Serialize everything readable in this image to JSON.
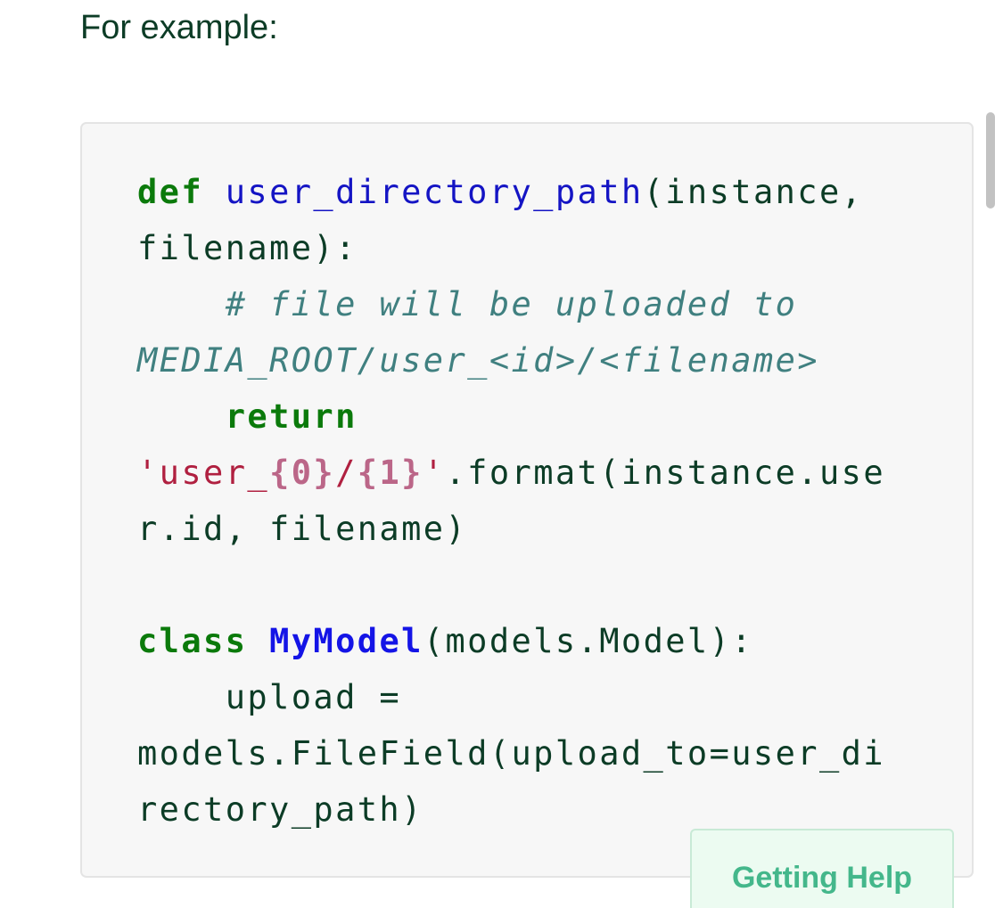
{
  "intro_text": "For example:",
  "code": {
    "language": "python",
    "lines": [
      [
        {
          "t": "def",
          "c": "kw"
        },
        {
          "t": " ",
          "c": ""
        },
        {
          "t": "user_directory_path",
          "c": "fn"
        },
        {
          "t": "(instance,",
          "c": ""
        }
      ],
      [
        {
          "t": "filename):",
          "c": ""
        }
      ],
      [
        {
          "t": "    ",
          "c": ""
        },
        {
          "t": "# file will be uploaded to",
          "c": "cm"
        }
      ],
      [
        {
          "t": "MEDIA_ROOT/user_<id>/<filename>",
          "c": "cm"
        }
      ],
      [
        {
          "t": "    ",
          "c": ""
        },
        {
          "t": "return",
          "c": "kw"
        }
      ],
      [
        {
          "t": "'user_",
          "c": "str"
        },
        {
          "t": "{0}",
          "c": "interp"
        },
        {
          "t": "/",
          "c": "str"
        },
        {
          "t": "{1}",
          "c": "interp"
        },
        {
          "t": "'",
          "c": "str"
        },
        {
          "t": ".format(instance.use",
          "c": ""
        }
      ],
      [
        {
          "t": "r.id, filename)",
          "c": ""
        }
      ],
      [],
      [
        {
          "t": "class",
          "c": "kw"
        },
        {
          "t": " ",
          "c": ""
        },
        {
          "t": "MyModel",
          "c": "cls"
        },
        {
          "t": "(models.Model):",
          "c": ""
        }
      ],
      [
        {
          "t": "    upload =",
          "c": ""
        }
      ],
      [
        {
          "t": "models.FileField(upload_to=user_di",
          "c": ""
        }
      ],
      [
        {
          "t": "rectory_path)",
          "c": ""
        }
      ]
    ]
  },
  "help_button": {
    "label": "Getting Help"
  },
  "colors": {
    "text": "#0c3c26",
    "keyword": "#0b7a0b",
    "function": "#1414c4",
    "comment": "#408080",
    "string": "#b02040",
    "help_accent": "#44b78b",
    "help_background": "#ecfbf1",
    "code_background": "#f7f7f7"
  }
}
